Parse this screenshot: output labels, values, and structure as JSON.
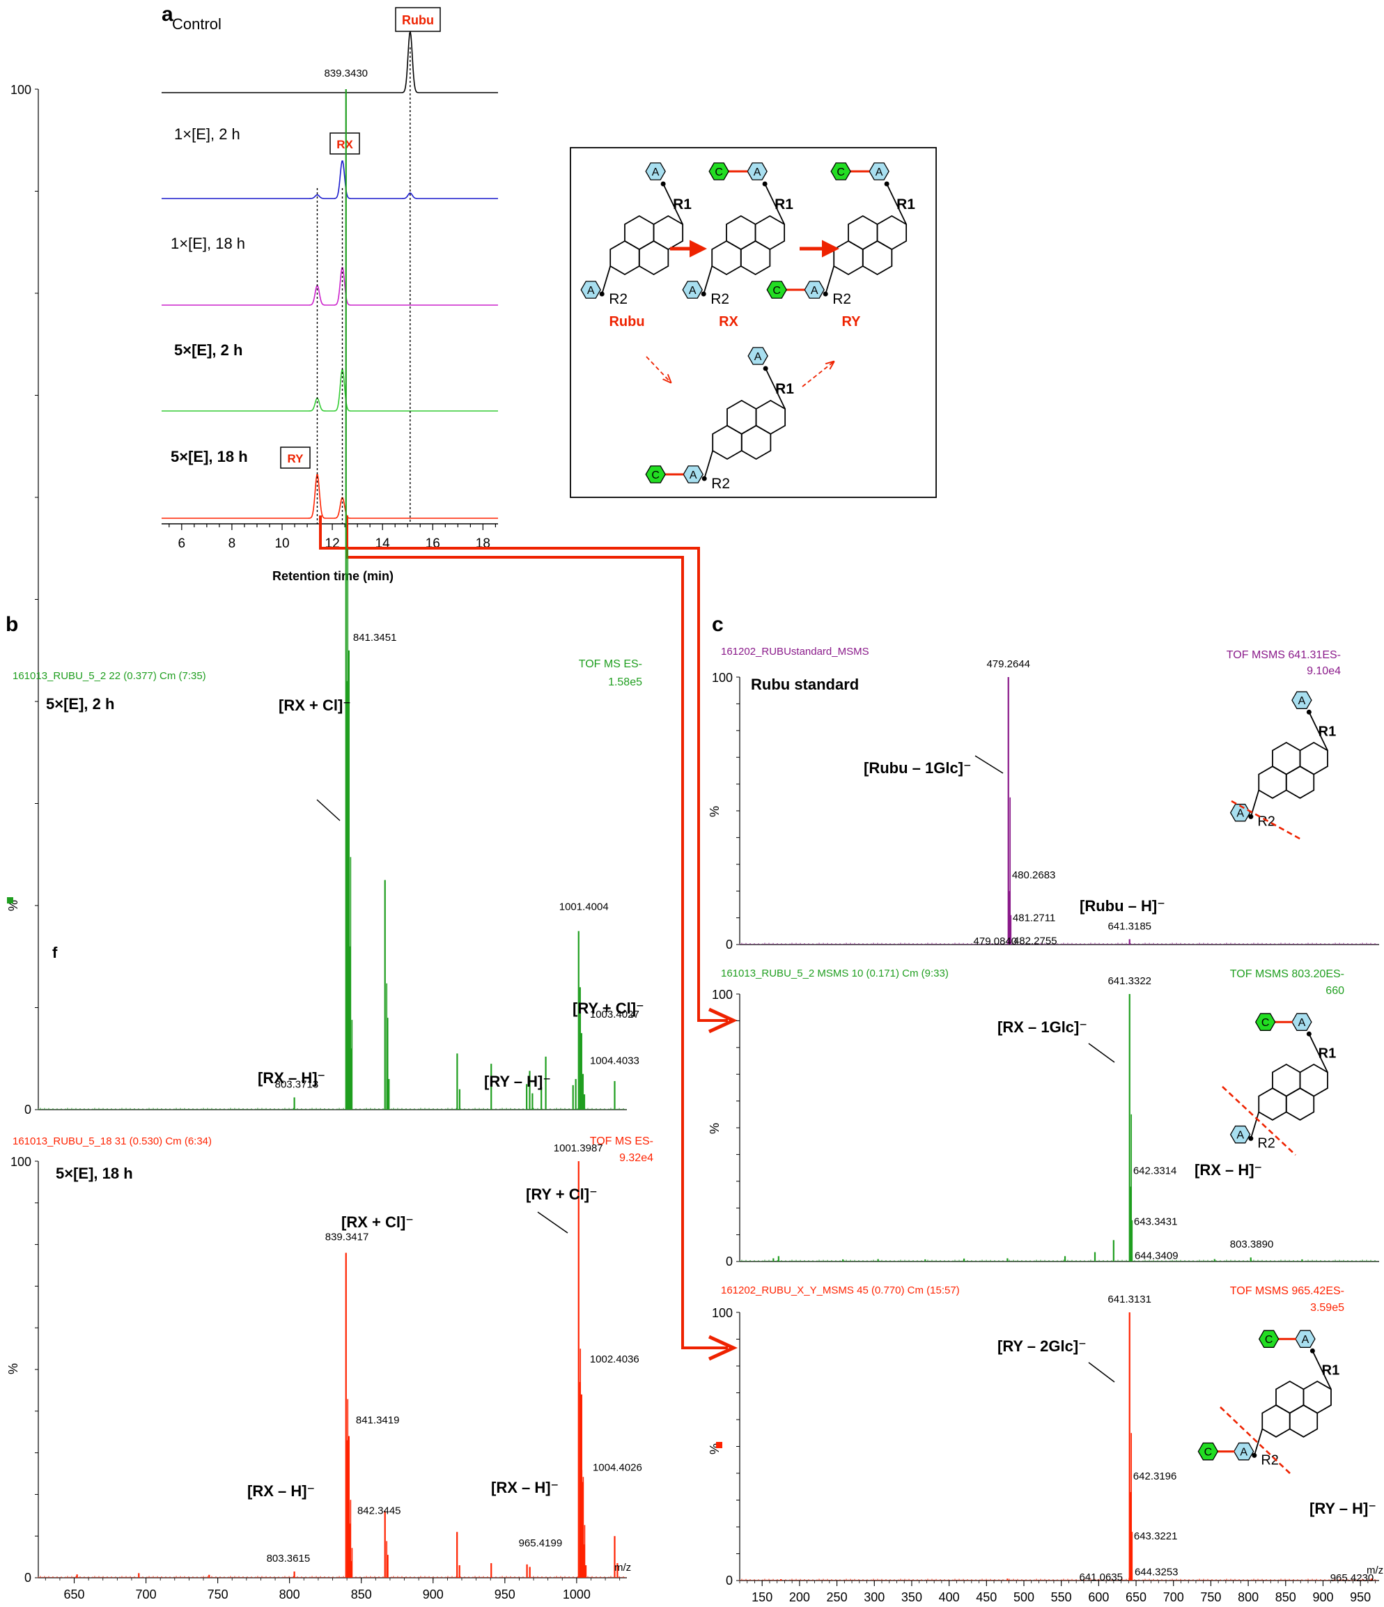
{
  "colors": {
    "black": "#000000",
    "blue": "#1a1acc",
    "magenta": "#cc22cc",
    "green": "#1f9e1f",
    "lime": "#33cc33",
    "red": "#ff2200",
    "purple": "#8a1a8a",
    "glyc_a": "#a8dff0",
    "glyc_c": "#22dd22",
    "arrow_red": "#ee2200"
  },
  "panel_a": {
    "letter": "a",
    "xlabel": "Retention time (min)",
    "ticks": [
      6,
      8,
      10,
      12,
      14,
      16,
      18
    ],
    "xlim": [
      5.2,
      18.6
    ],
    "guides": [
      11.4,
      12.4,
      15.1
    ],
    "traces": [
      {
        "label": "Control",
        "bold": false,
        "color_key": "black",
        "peaks": [
          {
            "rt": 15.1,
            "h": 1.0
          }
        ]
      },
      {
        "label": "1×[E], 2 h",
        "bold": false,
        "color_key": "blue",
        "peaks": [
          {
            "rt": 11.4,
            "h": 0.06
          },
          {
            "rt": 12.4,
            "h": 0.62
          },
          {
            "rt": 15.1,
            "h": 0.09
          }
        ]
      },
      {
        "label": "1×[E], 18 h",
        "bold": false,
        "color_key": "magenta",
        "peaks": [
          {
            "rt": 11.4,
            "h": 0.32
          },
          {
            "rt": 12.4,
            "h": 0.62
          }
        ]
      },
      {
        "label": "5×[E], 2 h",
        "bold": true,
        "color_key": "lime",
        "peaks": [
          {
            "rt": 11.4,
            "h": 0.21
          },
          {
            "rt": 12.4,
            "h": 0.68
          }
        ]
      },
      {
        "label": "5×[E], 18 h",
        "bold": true,
        "color_key": "red",
        "peaks": [
          {
            "rt": 11.4,
            "h": 0.72
          },
          {
            "rt": 12.4,
            "h": 0.34
          }
        ]
      }
    ],
    "boxes": {
      "rubu": "Rubu",
      "rx": "RX",
      "ry": "RY"
    }
  },
  "scheme": {
    "labels": {
      "rubu": "Rubu",
      "rx": "RX",
      "ry": "RY"
    },
    "r1": "R1",
    "r2": "R2",
    "a": "A",
    "c": "C"
  },
  "chart_data": [
    {
      "type": "bar",
      "panel": "b",
      "title": "161013_RUBU_5_2 22 (0.377) Cm (7:35)",
      "mode": "TOF MS ES-",
      "intensity": "1.58e5",
      "condition": "5×[E], 2 h",
      "ylabel": "%",
      "ytick_labels": [
        "100",
        "0"
      ],
      "flag": "f",
      "xlim": [
        625,
        1035
      ],
      "ylim": [
        0,
        100
      ],
      "peaks": [
        {
          "mz": 803.3713,
          "i": 1.2
        },
        {
          "mz": 839.343,
          "i": 100
        },
        {
          "mz": 840.2,
          "i": 42
        },
        {
          "mz": 841.3451,
          "i": 45
        },
        {
          "mz": 842.3,
          "i": 16
        },
        {
          "mz": 843.3,
          "i": 6
        },
        {
          "mz": 866.5,
          "i": 22.5
        },
        {
          "mz": 868.3,
          "i": 9
        },
        {
          "mz": 869.2,
          "i": 3
        },
        {
          "mz": 916.8,
          "i": 5.5
        },
        {
          "mz": 918.5,
          "i": 2
        },
        {
          "mz": 940.5,
          "i": 4.5
        },
        {
          "mz": 965.2,
          "i": 2.5
        },
        {
          "mz": 967.3,
          "i": 3.8
        },
        {
          "mz": 969.2,
          "i": 1.6
        },
        {
          "mz": 975.4,
          "i": 2.2
        },
        {
          "mz": 978.5,
          "i": 5.2
        },
        {
          "mz": 997.5,
          "i": 2.4
        },
        {
          "mz": 999.4,
          "i": 3
        },
        {
          "mz": 1001.4004,
          "i": 17.5
        },
        {
          "mz": 1002.4,
          "i": 12
        },
        {
          "mz": 1003.4027,
          "i": 7.5
        },
        {
          "mz": 1004.4033,
          "i": 3.5
        },
        {
          "mz": 1005.4,
          "i": 1.5
        },
        {
          "mz": 1026.5,
          "i": 2.8
        }
      ],
      "labels": [
        {
          "mz": 839.343,
          "i": 100,
          "text": "839.3430"
        },
        {
          "mz": 841.3451,
          "i": 45,
          "text": "841.3451"
        },
        {
          "mz": 803.3713,
          "i": 1.2,
          "text": "803.3713"
        },
        {
          "mz": 1001.4004,
          "i": 17.5,
          "text": "1001.4004"
        },
        {
          "mz": 1003.4027,
          "i": 7.5,
          "text": "1003.4027"
        },
        {
          "mz": 1004.4033,
          "i": 3.5,
          "text": "1004.4033"
        }
      ],
      "annotations": [
        "[RX + Cl]⁻",
        "[RX – H]⁻",
        "[RY + Cl]⁻",
        "[RY – H]⁻"
      ]
    },
    {
      "type": "bar",
      "panel": "b",
      "title": "161013_RUBU_5_18 31 (0.530) Cm (6:34)",
      "mode": "TOF MS ES-",
      "intensity": "9.32e4",
      "condition": "5×[E], 18 h",
      "ylabel": "%",
      "ytick_labels": [
        "100",
        "0"
      ],
      "xlabel": "m/z",
      "xticks": [
        650,
        700,
        750,
        800,
        850,
        900,
        950,
        1000
      ],
      "xlim": [
        625,
        1035
      ],
      "ylim": [
        0,
        100
      ],
      "peaks": [
        {
          "mz": 803.3615,
          "i": 1.5
        },
        {
          "mz": 839.3417,
          "i": 78
        },
        {
          "mz": 840.3,
          "i": 33
        },
        {
          "mz": 841.3419,
          "i": 34
        },
        {
          "mz": 842.3445,
          "i": 13
        },
        {
          "mz": 843.3,
          "i": 4
        },
        {
          "mz": 866.5,
          "i": 16
        },
        {
          "mz": 868.4,
          "i": 5.5
        },
        {
          "mz": 916.7,
          "i": 11
        },
        {
          "mz": 918.4,
          "i": 3
        },
        {
          "mz": 940.5,
          "i": 3.5
        },
        {
          "mz": 965.4199,
          "i": 3.2
        },
        {
          "mz": 967.4,
          "i": 2.6
        },
        {
          "mz": 1001.3987,
          "i": 100
        },
        {
          "mz": 1002.4036,
          "i": 47
        },
        {
          "mz": 1003.4,
          "i": 44
        },
        {
          "mz": 1004.4026,
          "i": 23
        },
        {
          "mz": 1005.4,
          "i": 8
        },
        {
          "mz": 1006.4,
          "i": 3
        },
        {
          "mz": 1026.5,
          "i": 10
        },
        {
          "mz": 1028.4,
          "i": 3.5
        },
        {
          "mz": 652,
          "i": 0.8
        },
        {
          "mz": 695,
          "i": 1.1
        },
        {
          "mz": 744,
          "i": 0.7
        }
      ],
      "labels": [
        {
          "mz": 839.3417,
          "i": 78,
          "text": "839.3417"
        },
        {
          "mz": 841.3419,
          "i": 34,
          "text": "841.3419"
        },
        {
          "mz": 842.3445,
          "i": 13,
          "text": "842.3445"
        },
        {
          "mz": 803.3615,
          "i": 1.5,
          "text": "803.3615"
        },
        {
          "mz": 1001.3987,
          "i": 100,
          "text": "1001.3987"
        },
        {
          "mz": 1002.4036,
          "i": 47,
          "text": "1002.4036"
        },
        {
          "mz": 1004.4026,
          "i": 23,
          "text": "1004.4026"
        },
        {
          "mz": 965.4199,
          "i": 3.2,
          "text": "965.4199"
        }
      ],
      "annotations": [
        "[RX + Cl]⁻",
        "[RY + Cl]⁻",
        "[RX – H]⁻",
        "[RX – H]⁻"
      ]
    },
    {
      "type": "bar",
      "panel": "c",
      "title": "161202_RUBUstandard_MSMS",
      "mode": "TOF MSMS 641.31ES-",
      "intensity": "9.10e4",
      "condition": "Rubu standard",
      "ylabel": "%",
      "ytick_labels": [
        "100",
        "0"
      ],
      "xlim": [
        120,
        975
      ],
      "ylim": [
        0,
        100
      ],
      "peaks": [
        {
          "mz": 479.084,
          "i": 1
        },
        {
          "mz": 479.2644,
          "i": 100
        },
        {
          "mz": 480.2683,
          "i": 20
        },
        {
          "mz": 481.2711,
          "i": 4
        },
        {
          "mz": 482.2755,
          "i": 1.2
        },
        {
          "mz": 641.3185,
          "i": 2
        }
      ],
      "labels": [
        {
          "mz": 479.2644,
          "i": 100,
          "text": "479.2644"
        },
        {
          "mz": 480.2683,
          "i": 20,
          "text": "480.2683"
        },
        {
          "mz": 481.2711,
          "i": 4,
          "text": "481.2711"
        },
        {
          "mz": 482.2755,
          "i": 1.2,
          "text": "482.2755"
        },
        {
          "mz": 479.084,
          "i": 1,
          "text": "479.0840"
        },
        {
          "mz": 641.3185,
          "i": 2,
          "text": "641.3185"
        }
      ],
      "annotations": [
        "[Rubu – 1Glc]⁻",
        "[Rubu – H]⁻"
      ]
    },
    {
      "type": "bar",
      "panel": "c",
      "title": "161013_RUBU_5_2 MSMS 10 (0.171) Cm (9:33)",
      "mode": "TOF MSMS 803.20ES-",
      "intensity": "660",
      "ylabel": "%",
      "ytick_labels": [
        "100",
        "0"
      ],
      "xlim": [
        120,
        975
      ],
      "ylim": [
        0,
        100
      ],
      "peaks": [
        {
          "mz": 641.3322,
          "i": 100
        },
        {
          "mz": 642.3314,
          "i": 28
        },
        {
          "mz": 643.3431,
          "i": 9
        },
        {
          "mz": 644.3409,
          "i": 2
        },
        {
          "mz": 620,
          "i": 8
        },
        {
          "mz": 595,
          "i": 3.5
        },
        {
          "mz": 555,
          "i": 2
        },
        {
          "mz": 478,
          "i": 1.2
        },
        {
          "mz": 803.389,
          "i": 1.5
        },
        {
          "mz": 165,
          "i": 1.2
        },
        {
          "mz": 172,
          "i": 2
        },
        {
          "mz": 258,
          "i": 0.8
        },
        {
          "mz": 305,
          "i": 0.9
        },
        {
          "mz": 368,
          "i": 0.8
        },
        {
          "mz": 420,
          "i": 1.1
        },
        {
          "mz": 755,
          "i": 0.9
        },
        {
          "mz": 872,
          "i": 0.8
        }
      ],
      "labels": [
        {
          "mz": 641.3322,
          "i": 100,
          "text": "641.3322"
        },
        {
          "mz": 642.3314,
          "i": 28,
          "text": "642.3314"
        },
        {
          "mz": 643.3431,
          "i": 9,
          "text": "643.3431"
        },
        {
          "mz": 644.3409,
          "i": 2,
          "text": "644.3409"
        },
        {
          "mz": 803.389,
          "i": 1.5,
          "text": "803.3890"
        }
      ],
      "annotations": [
        "[RX – 1Glc]⁻",
        "[RX – H]⁻"
      ]
    },
    {
      "type": "bar",
      "panel": "c",
      "title": "161202_RUBU_X_Y_MSMS 45 (0.770) Cm (15:57)",
      "mode": "TOF MSMS 965.42ES-",
      "intensity": "3.59e5",
      "ylabel": "%",
      "ytick_labels": [
        "100",
        "0"
      ],
      "xlabel": "m/z",
      "xticks": [
        150,
        200,
        250,
        300,
        350,
        400,
        450,
        500,
        550,
        600,
        650,
        700,
        750,
        800,
        850,
        900,
        950
      ],
      "xlim": [
        120,
        975
      ],
      "ylim": [
        0,
        100
      ],
      "peaks": [
        {
          "mz": 641.3131,
          "i": 100
        },
        {
          "mz": 642.3196,
          "i": 33
        },
        {
          "mz": 643.3221,
          "i": 8
        },
        {
          "mz": 644.3253,
          "i": 3
        },
        {
          "mz": 641.0635,
          "i": 1
        },
        {
          "mz": 965.423,
          "i": 0.8
        },
        {
          "mz": 175,
          "i": 0.5
        },
        {
          "mz": 478,
          "i": 0.7
        }
      ],
      "labels": [
        {
          "mz": 641.3131,
          "i": 100,
          "text": "641.3131"
        },
        {
          "mz": 642.3196,
          "i": 33,
          "text": "642.3196"
        },
        {
          "mz": 643.3221,
          "i": 8,
          "text": "643.3221"
        },
        {
          "mz": 644.3253,
          "i": 3,
          "text": "644.3253"
        },
        {
          "mz": 641.0635,
          "i": 1,
          "text": "641.0635"
        },
        {
          "mz": 965.423,
          "i": 0.8,
          "text": "965.4230"
        }
      ],
      "annotations": [
        "[RY – 2Glc]⁻",
        "[RY – H]⁻"
      ]
    }
  ],
  "panel_letters": {
    "b": "b",
    "c": "c"
  }
}
